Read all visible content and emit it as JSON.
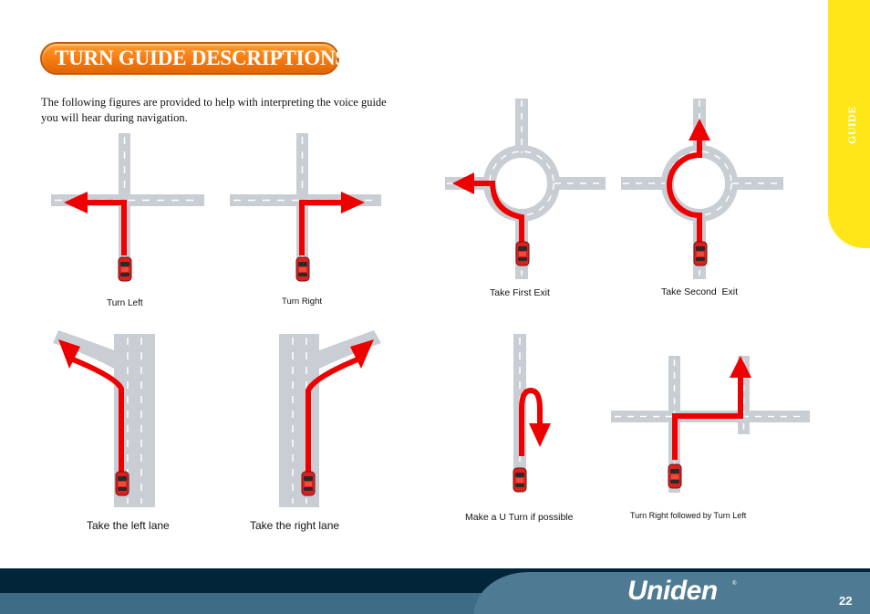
{
  "section_tab": "GUIDE",
  "title": "TURN GUIDE DESCRIPTIONS",
  "intro": "The following figures are provided to help with interpreting the voice guide you will hear during navigation.",
  "figures": [
    {
      "id": "turn-left",
      "caption": "Turn Left"
    },
    {
      "id": "turn-right",
      "caption": "Turn Right"
    },
    {
      "id": "take-first-exit",
      "caption": "Take First Exit"
    },
    {
      "id": "take-second-exit",
      "caption": "Take Second  Exit"
    },
    {
      "id": "take-left-lane",
      "caption": "Take the left lane"
    },
    {
      "id": "take-right-lane",
      "caption": "Take the right lane"
    },
    {
      "id": "u-turn",
      "caption": "Make a U Turn if possible"
    },
    {
      "id": "turn-right-then-left",
      "caption": "Turn Right followed by Turn Left"
    }
  ],
  "footer": {
    "brand": "Uniden",
    "registered_mark": "®",
    "page_number": "22"
  },
  "colors": {
    "arrow": "#ee0000",
    "road": "#c9ced4",
    "title_orange": "#f57a10",
    "tab_yellow": "#ffe619",
    "footer_dark": "#02253a"
  }
}
